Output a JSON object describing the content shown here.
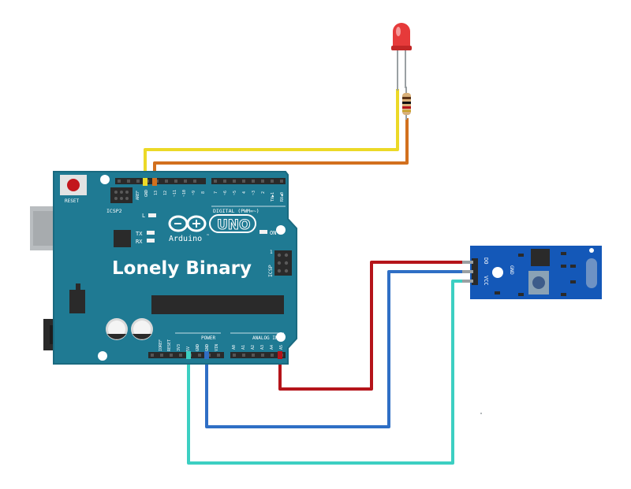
{
  "board": {
    "brand": "Lonely Binary",
    "logo_text": "Arduino",
    "logo_tm": "™",
    "model": "UNO",
    "reset_label": "RESET",
    "icsp2_label": "ICSP2",
    "icsp_label": "ICSP",
    "l_label": "L",
    "tx_label": "TX",
    "rx_label": "RX",
    "on_label": "ON",
    "digital_label": "DIGITAL (PWM=~)",
    "power_label": "POWER",
    "analog_label": "ANALOG IN",
    "aref_label": "AREF",
    "gnd_label": "GND",
    "top_pins": [
      "13",
      "12",
      "~11",
      "~10",
      "~9",
      "8"
    ],
    "top_pins_right": [
      "7",
      "~6",
      "~5",
      "4",
      "~3",
      "2",
      "TX▶1",
      "RX◀0"
    ],
    "power_pins": [
      "IOREF",
      "RESET",
      "3V3",
      "5V",
      "GND",
      "GND",
      "VIN"
    ],
    "analog_pins": [
      "A0",
      "A1",
      "A2",
      "A3",
      "A4",
      "A5"
    ],
    "one_label": "1"
  },
  "sensor": {
    "pin_labels": [
      "DO",
      "GND",
      "VCC"
    ]
  },
  "colors": {
    "board": "#1f7a93",
    "board_edge": "#1a6a80",
    "header": "#2a2a2a",
    "wire_yellow": "#ecd927",
    "wire_orange": "#d2701e",
    "wire_red": "#b5141a",
    "wire_blue": "#2f6fc5",
    "wire_cyan": "#3ccfc2",
    "sensor_board": "#1458b8",
    "led": "#e63a3a"
  },
  "icons": [
    "arduino-infinity-logo",
    "usb-connector",
    "dc-barrel-jack",
    "led",
    "resistor",
    "potentiometer"
  ]
}
